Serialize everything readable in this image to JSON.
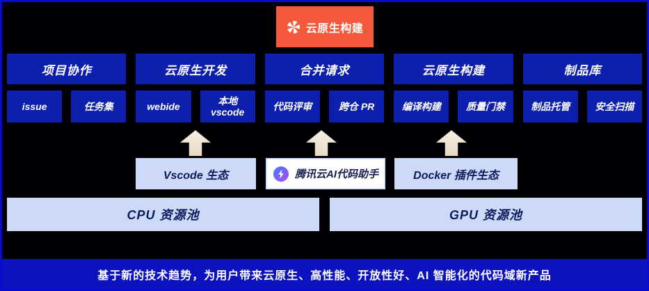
{
  "badge": {
    "label": "云原生构建",
    "icon": "pinwheel-icon"
  },
  "columns": [
    {
      "header": "项目协作",
      "items": [
        "issue",
        "任务集"
      ]
    },
    {
      "header": "云原生开发",
      "items": [
        "webide",
        "本地 vscode"
      ]
    },
    {
      "header": "合并请求",
      "items": [
        "代码评审",
        "跨仓 PR"
      ]
    },
    {
      "header": "云原生构建",
      "items": [
        "编译构建",
        "质量门禁"
      ]
    },
    {
      "header": "制品库",
      "items": [
        "制品托管",
        "安全扫描"
      ]
    }
  ],
  "ecosystem": [
    {
      "label": "Vscode 生态"
    },
    {
      "label": "腾讯云AI代码助手",
      "icon": "tencent-ai-logo"
    },
    {
      "label": "Docker 插件生态"
    }
  ],
  "pools": [
    {
      "label": "CPU 资源池"
    },
    {
      "label": "GPU 资源池"
    }
  ],
  "footer": {
    "text": "基于新的技术趋势，为用户带来云原生、高性能、开放性好、AI 智能化的代码域新产品"
  },
  "colors": {
    "background": "#000004",
    "canvas_border": "#0a0ad2",
    "box_blue": "#0d1fad",
    "footer_blue": "#0c12bd",
    "panel_light": "#ccd9f7",
    "arrow_beige": "#ede1cc",
    "badge_orange": "#f4593c",
    "ai_gradient_start": "#3f7bfa",
    "ai_gradient_end": "#a94df0"
  }
}
